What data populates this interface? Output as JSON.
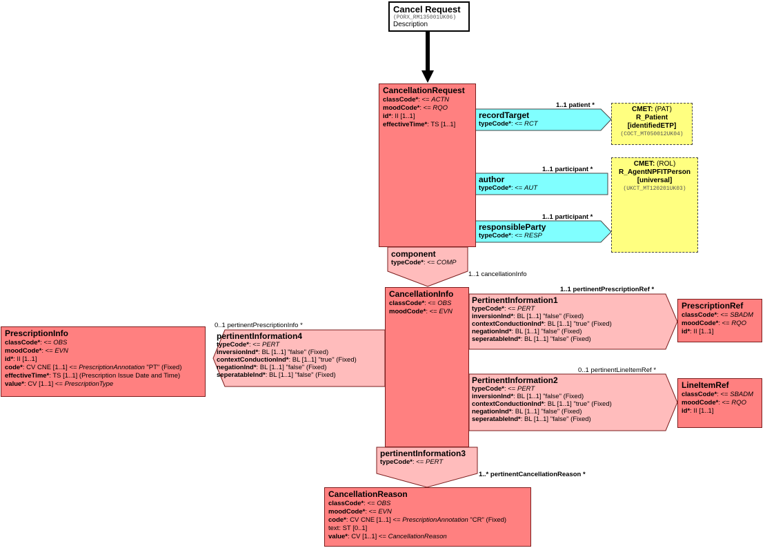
{
  "entry": {
    "title": "Cancel Request",
    "id": "(PORX_RM135001UK06)",
    "description": "Description"
  },
  "cancellation_request": {
    "name": "CancellationRequest",
    "attrs": [
      {
        "n": "classCode*",
        "v": ": <= ",
        "t": "ACTN",
        "it": true
      },
      {
        "n": "moodCode*",
        "v": ": <= ",
        "t": "RQO",
        "it": true
      },
      {
        "n": "id*",
        "v": ": II [1..1]",
        "t": "",
        "it": false
      },
      {
        "n": "effectiveTime*",
        "v": ": TS [1..1]",
        "t": "",
        "it": false
      }
    ]
  },
  "record_target": {
    "name": "recordTarget",
    "attr": "typeCode*",
    "v": ": <= ",
    "t": "RCT",
    "card": "1..1 patient  *"
  },
  "author": {
    "name": "author",
    "attr": "typeCode*",
    "v": ": <= ",
    "t": "AUT",
    "card": "1..1 participant  *"
  },
  "responsible_party": {
    "name": "responsibleParty",
    "attr": "typeCode*",
    "v": ": <= ",
    "t": "RESP",
    "card": "1..1 participant  *"
  },
  "cmet_patient": {
    "l1b": "CMET:",
    "l1": " (PAT)",
    "l2": "R_Patient",
    "l3": "[identifiedETP]",
    "l4": "(COCT_MT050012UK04)"
  },
  "cmet_agent": {
    "l1b": "CMET:",
    "l1": " (ROL)",
    "l2": "R_AgentNPFITPerson",
    "l3": "[universal]",
    "l4": "(UKCT_MT120201UK03)"
  },
  "component": {
    "name": "component",
    "attr": "typeCode*",
    "v": ": <= ",
    "t": "COMP",
    "card": "1..1 cancellationInfo"
  },
  "cancellation_info": {
    "name": "CancellationInfo",
    "attrs": [
      {
        "n": "classCode*",
        "v": ": <= ",
        "t": "OBS",
        "it": true
      },
      {
        "n": "moodCode*",
        "v": ": <= ",
        "t": "EVN",
        "it": true
      }
    ]
  },
  "pertinent_information1": {
    "name": "PertinentInformation1",
    "card": "1..1 pertinentPrescriptionRef  *",
    "attrs": [
      {
        "n": "typeCode*",
        "v": ": <= ",
        "t": "PERT",
        "it": true
      },
      {
        "n": "inversionInd*",
        "v": ": BL [1..1] \"false\" (Fixed)",
        "t": "",
        "it": false
      },
      {
        "n": "contextConductionInd*",
        "v": ": BL [1..1] \"true\" (Fixed)",
        "t": "",
        "it": false
      },
      {
        "n": "negationInd*",
        "v": ": BL [1..1] \"false\" (Fixed)",
        "t": "",
        "it": false
      },
      {
        "n": "seperatableInd*",
        "v": ": BL [1..1] \"false\" (Fixed)",
        "t": "",
        "it": false
      }
    ]
  },
  "pertinent_information2": {
    "name": "PertinentInformation2",
    "card": "0..1 pertinentLineItemRef  *",
    "attrs": [
      {
        "n": "typeCode*",
        "v": ": <= ",
        "t": "PERT",
        "it": true
      },
      {
        "n": "inversionInd*",
        "v": ": BL [1..1] \"false\" (Fixed)",
        "t": "",
        "it": false
      },
      {
        "n": "contextConductionInd*",
        "v": ": BL [1..1] \"true\" (Fixed)",
        "t": "",
        "it": false
      },
      {
        "n": "negationInd*",
        "v": ": BL [1..1] \"false\" (Fixed)",
        "t": "",
        "it": false
      },
      {
        "n": "seperatableInd*",
        "v": ": BL [1..1] \"false\" (Fixed)",
        "t": "",
        "it": false
      }
    ]
  },
  "pertinent_information4": {
    "name": "pertinentInformation4",
    "card": "0..1 pertinentPrescriptionInfo  *",
    "attrs": [
      {
        "n": "typeCode*",
        "v": ": <= ",
        "t": "PERT",
        "it": true
      },
      {
        "n": "inversionInd*",
        "v": ": BL [1..1] \"false\" (Fixed)",
        "t": "",
        "it": false
      },
      {
        "n": "contextConductionInd*",
        "v": ": BL [1..1] \"true\" (Fixed)",
        "t": "",
        "it": false
      },
      {
        "n": "negationInd*",
        "v": ": BL [1..1] \"false\" (Fixed)",
        "t": "",
        "it": false
      },
      {
        "n": "seperatableInd*",
        "v": ": BL [1..1] \"false\" (Fixed)",
        "t": "",
        "it": false
      }
    ]
  },
  "pertinent_information3": {
    "name": "pertinentInformation3",
    "attr": "typeCode*",
    "v": ": <= ",
    "t": "PERT",
    "card": "1..* pertinentCancellationReason  *"
  },
  "prescription_ref": {
    "name": "PrescriptionRef",
    "attrs": [
      {
        "n": "classCode*",
        "v": ": <= ",
        "t": "SBADM",
        "it": true
      },
      {
        "n": "moodCode*",
        "v": ": <= ",
        "t": "RQO",
        "it": true
      },
      {
        "n": "id*",
        "v": ": II [1..1]",
        "t": "",
        "it": false
      }
    ]
  },
  "line_item_ref": {
    "name": "LineItemRef",
    "attrs": [
      {
        "n": "classCode*",
        "v": ": <= ",
        "t": "SBADM",
        "it": true
      },
      {
        "n": "moodCode*",
        "v": ": <= ",
        "t": "RQO",
        "it": true
      },
      {
        "n": "id*",
        "v": ": II [1..1]",
        "t": "",
        "it": false
      }
    ]
  },
  "prescription_info": {
    "name": "PrescriptionInfo",
    "attrs": [
      {
        "n": "classCode*",
        "v": ": <= ",
        "t": "OBS",
        "it": true,
        "post": ""
      },
      {
        "n": "moodCode*",
        "v": ": <= ",
        "t": "EVN",
        "it": true,
        "post": ""
      },
      {
        "n": "id*",
        "v": ": II [1..1]",
        "t": "",
        "it": false,
        "post": ""
      },
      {
        "n": "code*",
        "v": ": CV CNE [1..1] <= ",
        "t": "PrescriptionAnnotation",
        "it": true,
        "post": " \"PT\" (Fixed)"
      },
      {
        "n": "effectiveTime*",
        "v": ": TS [1..1] (Prescription Issue Date and Time)",
        "t": "",
        "it": false,
        "post": ""
      },
      {
        "n": "value*",
        "v": ": CV [1..1] <= ",
        "t": "PrescriptionType",
        "it": true,
        "post": ""
      }
    ]
  },
  "cancellation_reason": {
    "name": "CancellationReason",
    "attrs": [
      {
        "n": "classCode*",
        "v": ": <= ",
        "t": "OBS",
        "it": true,
        "post": "",
        "bold": true
      },
      {
        "n": "moodCode*",
        "v": ": <= ",
        "t": "EVN",
        "it": true,
        "post": "",
        "bold": true
      },
      {
        "n": "code*",
        "v": ": CV CNE [1..1] <= ",
        "t": "PrescriptionAnnotation",
        "it": true,
        "post": " \"CR\" (Fixed)",
        "bold": true
      },
      {
        "n": "text",
        "v": ": ST [0..1]",
        "t": "",
        "it": false,
        "post": "",
        "bold": false
      },
      {
        "n": "value*",
        "v": ": CV [1..1] <= ",
        "t": "CancellationReason",
        "it": true,
        "post": "",
        "bold": true
      }
    ]
  },
  "colors": {
    "act": "#ff8080",
    "assoc": "#ffbcbc",
    "participation": "#80ffff",
    "cmet": "#ffff80"
  }
}
